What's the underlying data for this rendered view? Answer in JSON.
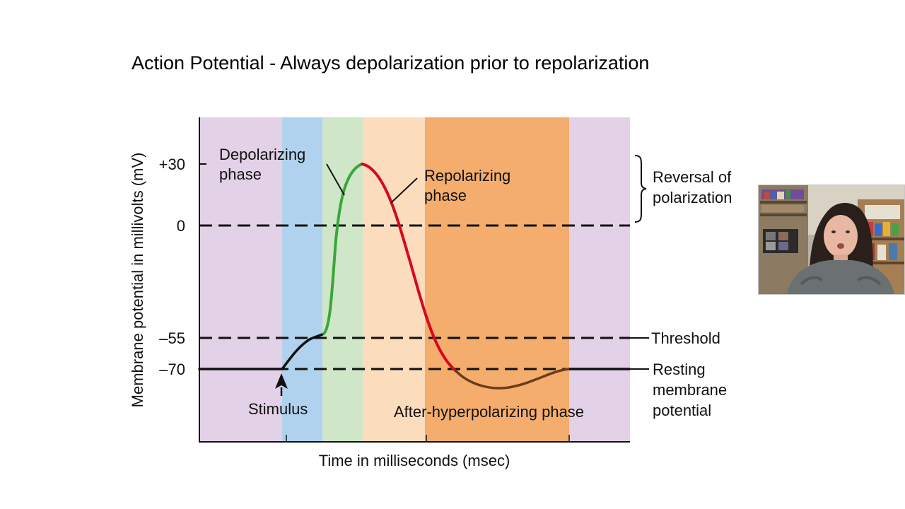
{
  "slide": {
    "title": "Action Potential - Always depolarization prior to repolarization"
  },
  "diagram": {
    "y_axis_label": "Membrane potential in millivolts (mV)",
    "x_axis_label": "Time in milliseconds (msec)",
    "ticks": [
      "+30",
      "0",
      "–55",
      "–70"
    ],
    "phase_labels": {
      "depolarizing": [
        "Depolarizing",
        "phase"
      ],
      "repolarizing": [
        "Repolarizing",
        "phase"
      ],
      "after_hyperpolarizing": "After-hyperpolarizing phase",
      "stimulus": "Stimulus"
    },
    "side_labels": {
      "reversal": [
        "Reversal of",
        "polarization"
      ],
      "threshold": "Threshold",
      "resting": [
        "Resting",
        "membrane",
        "potential"
      ]
    },
    "colors": {
      "band_purple": "#e3d1e7",
      "band_blue": "#b1d2ee",
      "band_green": "#cfe6c9",
      "band_peach": "#fbdcbc",
      "band_orange": "#f4ad6c",
      "curve_rest": "#111111",
      "curve_depol": "#3aa63a",
      "curve_repol": "#d4091e",
      "curve_hyper": "#6b3d1a"
    }
  }
}
